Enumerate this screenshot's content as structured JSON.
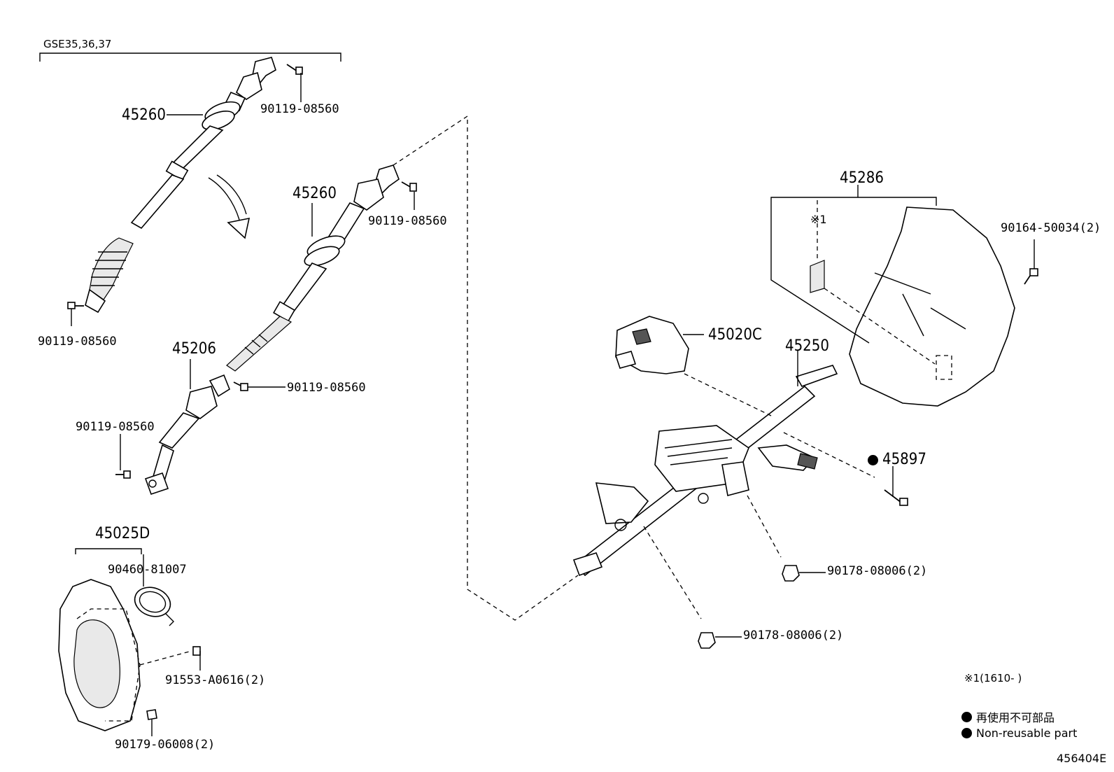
{
  "group_label": "GSE35,36,37",
  "parts": {
    "p45260_a": "45260",
    "p45260_b": "45260",
    "p45206": "45206",
    "p45025D": "45025D",
    "p45020C": "45020C",
    "p45250": "45250",
    "p45286": "45286",
    "p45897": "45897",
    "bolt_1": "90119-08560",
    "bolt_2": "90119-08560",
    "bolt_3": "90119-08560",
    "bolt_4": "90119-08560",
    "bolt_5": "90119-08560",
    "ring": "90460-81007",
    "screw_91553": "91553-A0616(2)",
    "nut_90179": "90179-06008(2)",
    "nut_90178_a": "90178-08006(2)",
    "nut_90178_b": "90178-08006(2)",
    "screw_90164": "90164-50034(2)"
  },
  "note_mark": "※1",
  "note_range": "※1(1610-      )",
  "legend": {
    "jp": "再使用不可部品",
    "en": "Non-reusable part"
  },
  "diagram_code": "456404E"
}
